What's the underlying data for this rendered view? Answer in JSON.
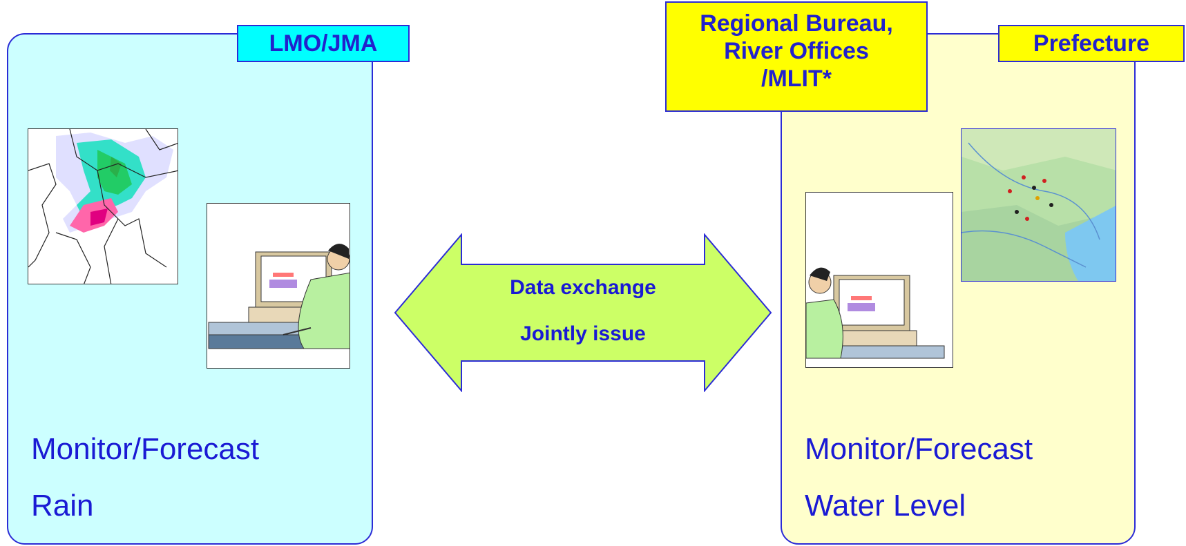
{
  "left_panel": {
    "tag": "LMO/JMA",
    "caption": [
      "Monitor/Forecast",
      "Rain"
    ]
  },
  "right_panel": {
    "agency_tag": [
      "Regional Bureau,",
      "River Offices",
      "/MLIT*"
    ],
    "prefecture_tag": "Prefecture",
    "caption": [
      "Monitor/Forecast",
      "Water Level"
    ]
  },
  "exchange_arrow": {
    "line1": "Data exchange",
    "line2": "Jointly issue"
  },
  "colors": {
    "left_panel_fill": "#ccffff",
    "right_panel_fill": "#ffffcc",
    "arrow_fill": "#ccff66",
    "border": "#2b2bd6",
    "text": "#1a1ad4"
  },
  "icons": [
    "radar-rain-map-image",
    "forecaster-at-computer-illustration",
    "river-gauge-map-image"
  ]
}
